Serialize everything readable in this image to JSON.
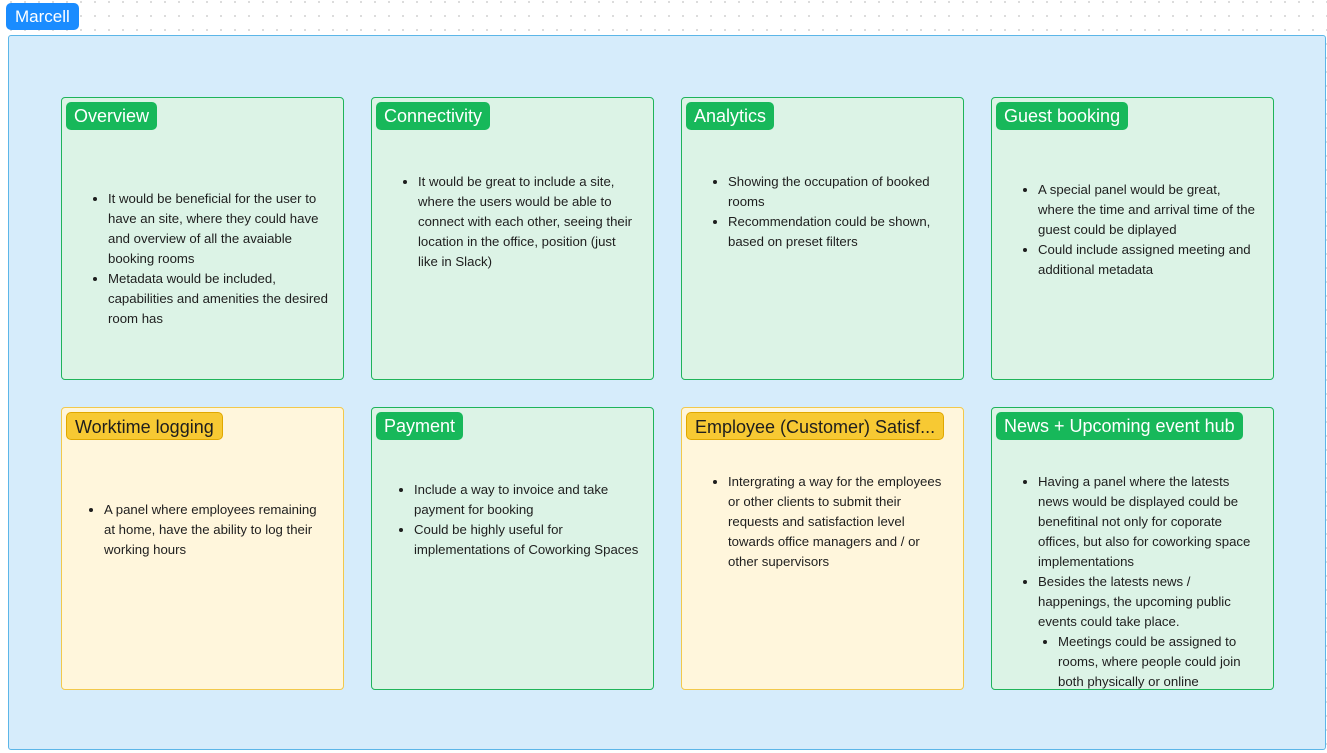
{
  "board": {
    "section_label": "Marcell",
    "colors": {
      "label": "#1a8cff",
      "section_bg": "#d6ecfb",
      "green_note": "#dcf3e6",
      "green_tag": "#17b85a",
      "yellow_note": "#fff6dc",
      "yellow_tag": "#f7c933"
    }
  },
  "notes": [
    {
      "title": "Overview",
      "color": "green",
      "items": [
        "It would be beneficial for the user to have an site, where they could have and overview of all the avaiable booking rooms",
        "Metadata would be included, capabilities and amenities the desired room has"
      ]
    },
    {
      "title": "Connectivity",
      "color": "green",
      "items": [
        "It would be great to include a site, where the users would be able to connect with each other, seeing their location in the office, position (just like in Slack)"
      ]
    },
    {
      "title": "Analytics",
      "color": "green",
      "items": [
        "Showing the occupation of booked rooms",
        "Recommendation could be shown, based on preset filters"
      ]
    },
    {
      "title": "Guest booking",
      "color": "green",
      "items": [
        "A special panel would be great, where the time and arrival time of the guest could be diplayed",
        "Could include assigned meeting and additional metadata"
      ]
    },
    {
      "title": "Worktime logging",
      "color": "yellow",
      "items": [
        "A panel where employees remaining at home, have the ability to log their working hours"
      ]
    },
    {
      "title": "Payment",
      "color": "green",
      "items": [
        "Include a way to invoice and take payment for booking",
        "Could be highly useful for implementations of Coworking Spaces"
      ]
    },
    {
      "title": "Employee (Customer) Satisf...",
      "color": "yellow",
      "items": [
        "Intergrating a way for the employees or other clients to submit their requests and satisfaction level towards office managers and / or other supervisors"
      ]
    },
    {
      "title": "News + Upcoming event hub",
      "color": "green",
      "items": [
        "Having a panel where the latests news would be displayed could be benefitinal not only for coporate offices, but also for coworking space implementations",
        "Besides the latests news / happenings, the upcoming public events could take place."
      ],
      "subitems": [
        "Meetings could be assigned to rooms, where people could join both physically or online"
      ]
    }
  ]
}
